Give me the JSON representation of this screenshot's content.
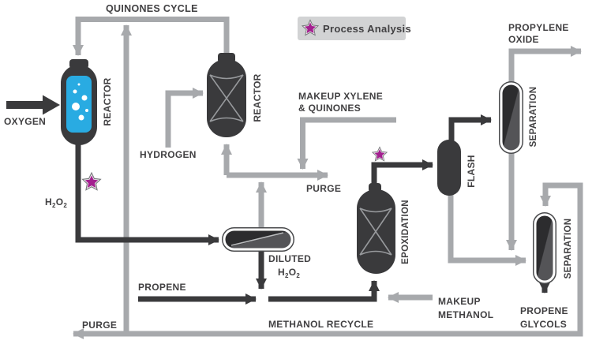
{
  "legend": {
    "label": "Process Analysis",
    "icon": "star-icon",
    "bg_color": "#d2d3d4",
    "star_color": "#a3208f"
  },
  "colors": {
    "stream_gray": "#a7a9ac",
    "stream_dark": "#3a3a3c",
    "text": "#414042",
    "liquid_blue": "#29abe2",
    "vessel_light_shade": "#545457"
  },
  "labels": {
    "quinones_cycle": "QUINONES CYCLE",
    "oxygen": "OXYGEN",
    "hydrogen": "HYDROGEN",
    "h2o2": {
      "h": "H",
      "s1": "2",
      "o": "O",
      "s2": "2"
    },
    "makeup_xylene_line1": "MAKEUP XYLENE",
    "makeup_xylene_line2": "& QUINONES",
    "purge_top": "PURGE",
    "diluted_line1": "DILUTED",
    "propene_feed": "PROPENE",
    "makeup_methanol_line1": "MAKEUP",
    "makeup_methanol_line2": "METHANOL",
    "methanol_recycle": "METHANOL RECYCLE",
    "purge_bottom": "PURGE",
    "propylene_oxide_line1": "PROPYLENE",
    "propylene_oxide_line2": "OXIDE",
    "propene_glycols_line1": "PROPENE",
    "propene_glycols_line2": "GLYCOLS"
  },
  "vessels": {
    "reactor1": "REACTOR",
    "reactor2": "REACTOR",
    "epoxidation": "EPOXIDATION",
    "flash": "FLASH",
    "separation1": "SEPARATION",
    "separation2": "SEPARATION"
  }
}
